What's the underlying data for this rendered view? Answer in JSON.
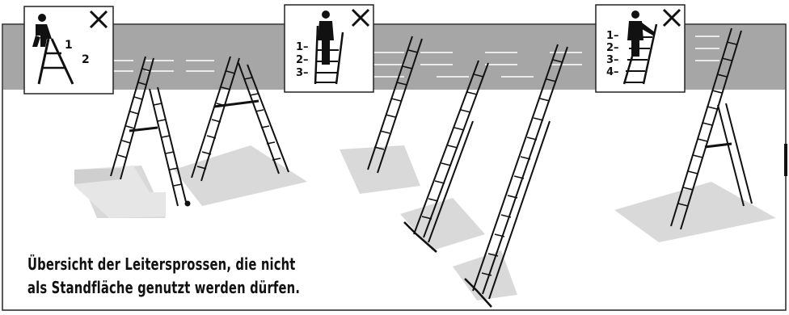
{
  "caption": {
    "line1": "Übersicht der Leitersprossen, die nicht",
    "line2": "als Standfläche genutzt werden dürfen."
  },
  "icons": [
    {
      "labels": [
        "1",
        "2"
      ],
      "mark": "×"
    },
    {
      "labels": [
        "1–",
        "2–",
        "3–"
      ],
      "mark": "×"
    },
    {
      "labels": [
        "1–",
        "2–",
        "3–",
        "4–"
      ],
      "mark": "×"
    }
  ],
  "colors": {
    "band": "#a6a6a6",
    "shadow": "#d9d9d9",
    "ink": "#111111"
  }
}
